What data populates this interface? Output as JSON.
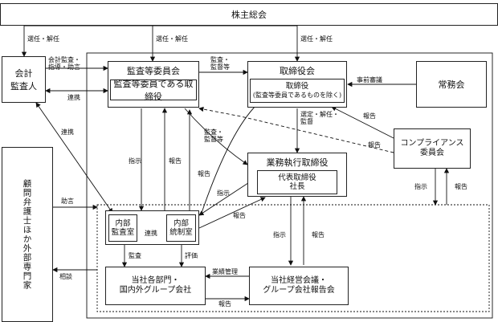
{
  "nodes": {
    "shareholders": "株主総会",
    "auditor": "会計\n監査人",
    "audit_committee": "監査等委員会",
    "audit_committee_director": "監査等委員である取締役",
    "board": "取締役会",
    "board_director": "取締役",
    "board_director_note": "(監査等委員であるものを除く)",
    "executive": "常務会",
    "business_officer": "業務執行取締役",
    "ceo": "代表取締役",
    "president": "社長",
    "compliance": "コンプライアンス\n委員会",
    "advisors": "顧問弁護士ほか外部専門家",
    "internal_audit": "内部\n監査室",
    "internal_control": "内部\n統制室",
    "departments": "当社各部門・\n国内外グループ会社",
    "mgmt_meeting": "当社経営会議・\nグループ会社報告会"
  },
  "edge_labels": {
    "appoint1": "選任・解任",
    "appoint2": "選任・解任",
    "appoint3": "選任・解任",
    "accounting": "会計監査・\n指導・助言",
    "cooperation_auditor": "連携",
    "audit_supervise_top": "監査・\n監督等",
    "prior_review": "事前審議",
    "select_supervise": "選定・解任・\n監督",
    "report_board": "報告",
    "cooperation_left": "連携",
    "instruction_audit": "指示",
    "report_audit": "報告",
    "audit_supervise_mid": "監査・\n監督等",
    "report_mid": "報告",
    "report_compliance": "報告",
    "instruction_mid": "指示",
    "report_ic": "報告",
    "instruction_compliance": "指示",
    "report_compliance_down": "報告",
    "advice": "助言",
    "consult": "相談",
    "cooperation_inner": "連携",
    "audit": "監査",
    "evaluation": "評価",
    "business_mgmt": "業績管理",
    "instruction_bottom": "指示",
    "report_bottom": "報告",
    "report_final": "報告"
  }
}
